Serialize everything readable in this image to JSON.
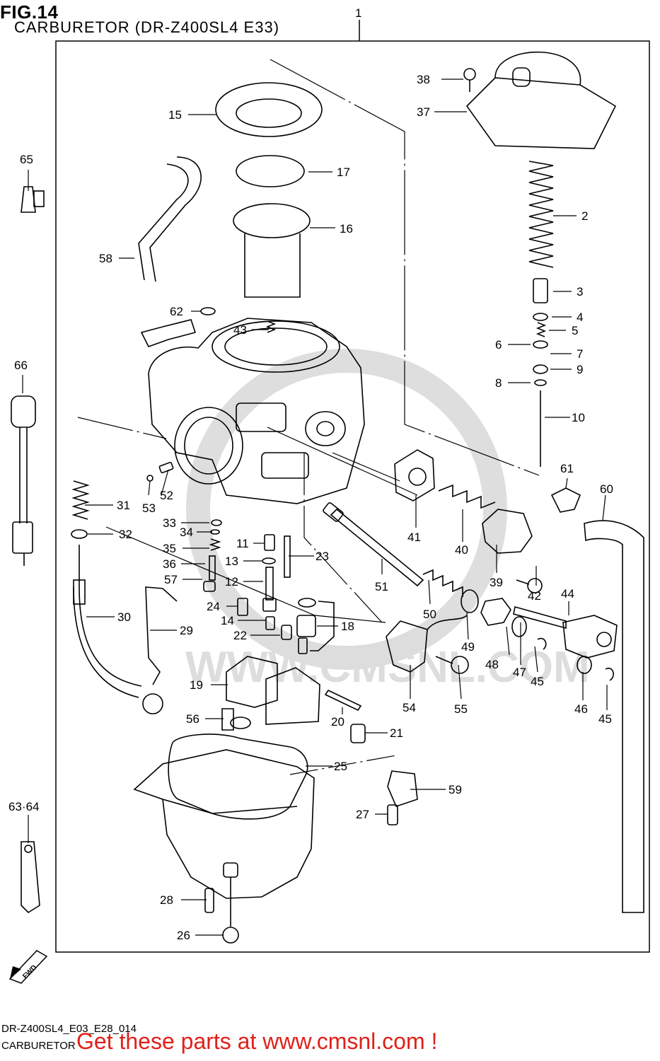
{
  "figure": {
    "title": "FIG.14",
    "subtitle": "CARBURETOR (DR-Z400SL4 E33)",
    "assembly_ref": "1"
  },
  "callouts": {
    "c2": "2",
    "c3": "3",
    "c4": "4",
    "c5": "5",
    "c6": "6",
    "c7": "7",
    "c8": "8",
    "c9": "9",
    "c10": "10",
    "c11": "11",
    "c12": "12",
    "c13": "13",
    "c14": "14",
    "c15": "15",
    "c16": "16",
    "c17": "17",
    "c18": "18",
    "c19": "19",
    "c20": "20",
    "c21": "21",
    "c22": "22",
    "c23": "23",
    "c24": "24",
    "c25": "25",
    "c26": "26",
    "c27": "27",
    "c28": "28",
    "c29": "29",
    "c30": "30",
    "c31": "31",
    "c32": "32",
    "c33": "33",
    "c34": "34",
    "c35": "35",
    "c36": "36",
    "c37": "37",
    "c38": "38",
    "c39": "39",
    "c40": "40",
    "c41": "41",
    "c42": "42",
    "c43": "43",
    "c44": "44",
    "c45a": "45",
    "c45b": "45",
    "c46": "46",
    "c47": "47",
    "c48": "48",
    "c49": "49",
    "c50": "50",
    "c51": "51",
    "c52": "52",
    "c53": "53",
    "c54": "54",
    "c55": "55",
    "c56": "56",
    "c57": "57",
    "c58": "58",
    "c59": "59",
    "c60": "60",
    "c61": "61",
    "c62": "62",
    "c63_64": "63·64",
    "c65": "65",
    "c66": "66"
  },
  "watermark": {
    "text": "WWW.CMSNL.COM"
  },
  "forward_marker": "FWD",
  "footer": {
    "drawing_code": "DR-Z400SL4_E03_E28_014",
    "drawing_name": "CARBURETOR",
    "promo": "Get these parts at www.cmsnl.com !"
  }
}
